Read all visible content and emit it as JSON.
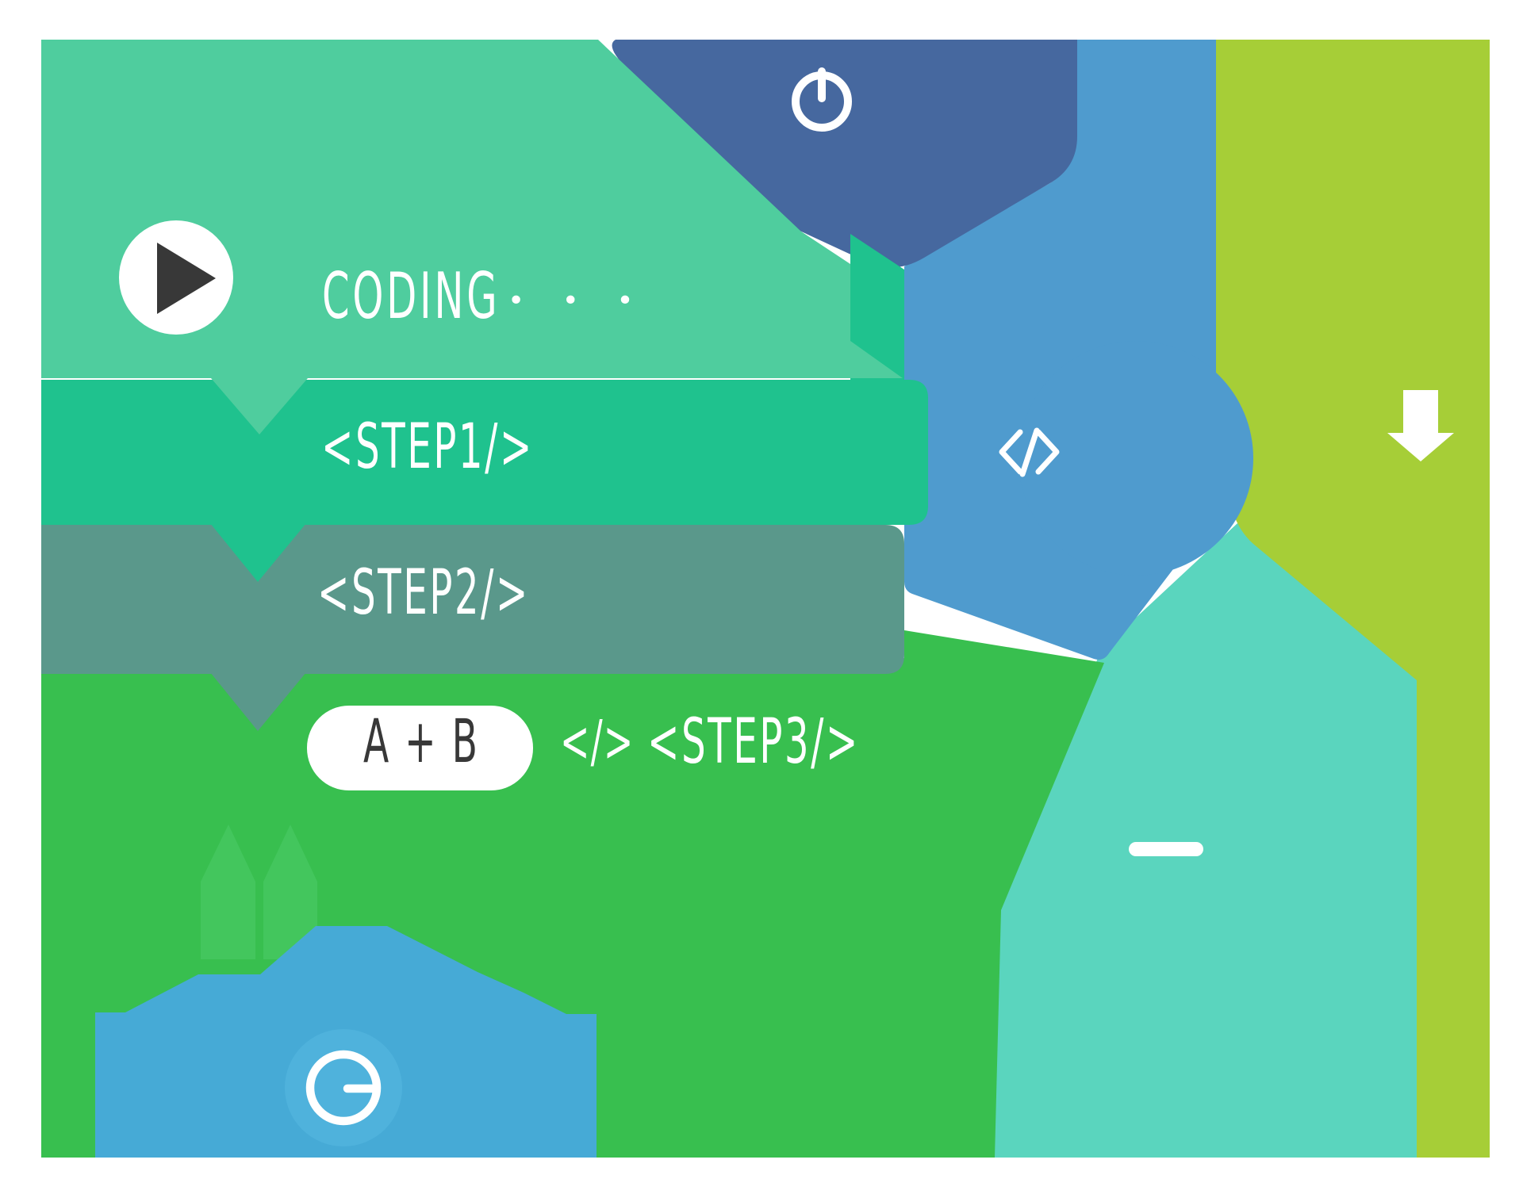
{
  "title": "coding blocks illustration",
  "colors": {
    "white": "#ffffff",
    "dark": "#383838",
    "mint": "#4fcd9e",
    "emerald": "#1fc28e",
    "sage": "#5a988b",
    "grass": "#38bf4f",
    "grassLight": "#43c65d",
    "navy": "#46689f",
    "skyBlue": "#4f9bce",
    "lime": "#a6ce37",
    "teal": "#5ad5be",
    "blockBlue": "#46aad6",
    "blockBlueLight": "#4fb2dc"
  },
  "blocks": {
    "coding": {
      "label": "CODING",
      "ellipsis": "• • •"
    },
    "step1": {
      "label": "<STEP1/>"
    },
    "step2": {
      "label": "<STEP2/>"
    },
    "step3": {
      "label": "<STEP3/>",
      "operand_pill": "A + B",
      "code_glyph": "</>"
    }
  },
  "icons": {
    "play": "play-icon",
    "power": "power-icon",
    "code": "code-slash-icon",
    "download": "download-arrow-icon",
    "minus": "minus-icon",
    "loader": "loader-circle-icon"
  }
}
